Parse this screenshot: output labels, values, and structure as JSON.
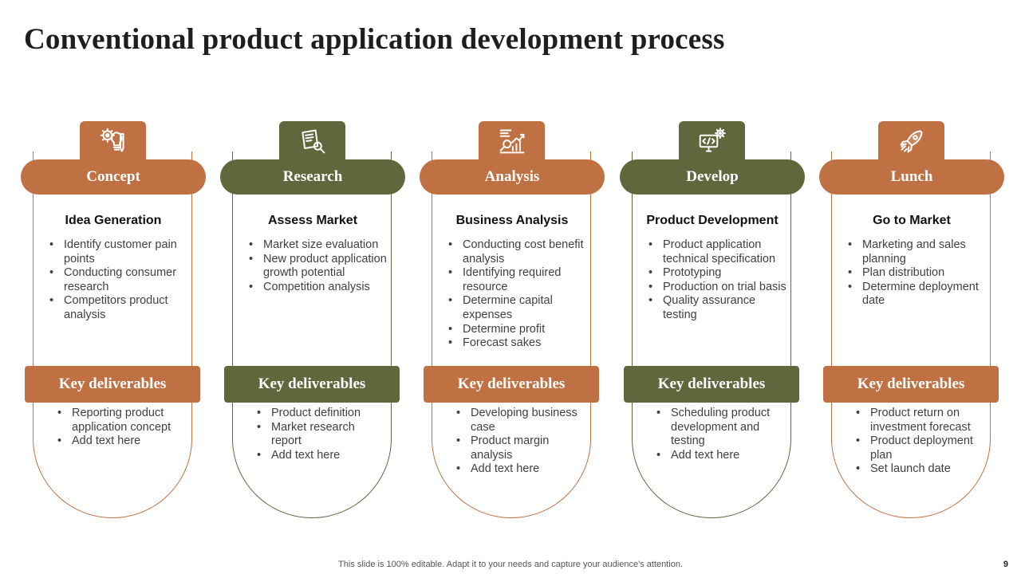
{
  "title": "Conventional product application development process",
  "colors": {
    "copper": "#BF7143",
    "olive": "#62663D"
  },
  "columns": [
    {
      "stage": "Concept",
      "icon": "lightbulb-gear-icon",
      "color": "#BF7143",
      "subheading": "Idea Generation",
      "bullets": [
        "Identify customer pain points",
        "Conducting consumer research",
        "Competitors product analysis"
      ],
      "deliverables_label": "Key deliverables",
      "deliverables": [
        "Reporting product application concept",
        "Add text here"
      ]
    },
    {
      "stage": "Research",
      "icon": "document-magnifier-icon",
      "color": "#62663D",
      "subheading": "Assess Market",
      "bullets": [
        "Market size evaluation",
        "New product application growth potential",
        "Competition analysis"
      ],
      "deliverables_label": "Key deliverables",
      "deliverables": [
        "Product definition",
        "Market research report",
        "Add text here"
      ]
    },
    {
      "stage": "Analysis",
      "icon": "chart-analysis-icon",
      "color": "#BF7143",
      "subheading": "Business Analysis",
      "bullets": [
        "Conducting cost benefit analysis",
        "Identifying required resource",
        "Determine capital expenses",
        "Determine profit",
        "Forecast sakes"
      ],
      "deliverables_label": "Key deliverables",
      "deliverables": [
        "Developing business case",
        "Product margin analysis",
        "Add text here"
      ]
    },
    {
      "stage": "Develop",
      "icon": "monitor-code-gear-icon",
      "color": "#62663D",
      "subheading": "Product Development",
      "bullets": [
        "Product application technical specification",
        "Prototyping",
        "Production on trial basis",
        "Quality assurance testing"
      ],
      "deliverables_label": "Key deliverables",
      "deliverables": [
        "Scheduling product development and testing",
        "Add text here"
      ]
    },
    {
      "stage": "Lunch",
      "icon": "rocket-icon",
      "color": "#BF7143",
      "subheading": "Go to Market",
      "bullets": [
        "Marketing and sales planning",
        "Plan distribution",
        "Determine deployment date"
      ],
      "deliverables_label": "Key deliverables",
      "deliverables": [
        "Product return on investment forecast",
        "Product deployment plan",
        "Set launch date"
      ]
    }
  ],
  "footer": "This slide is 100% editable. Adapt it to your needs and capture your audience's attention.",
  "page_number": "9"
}
